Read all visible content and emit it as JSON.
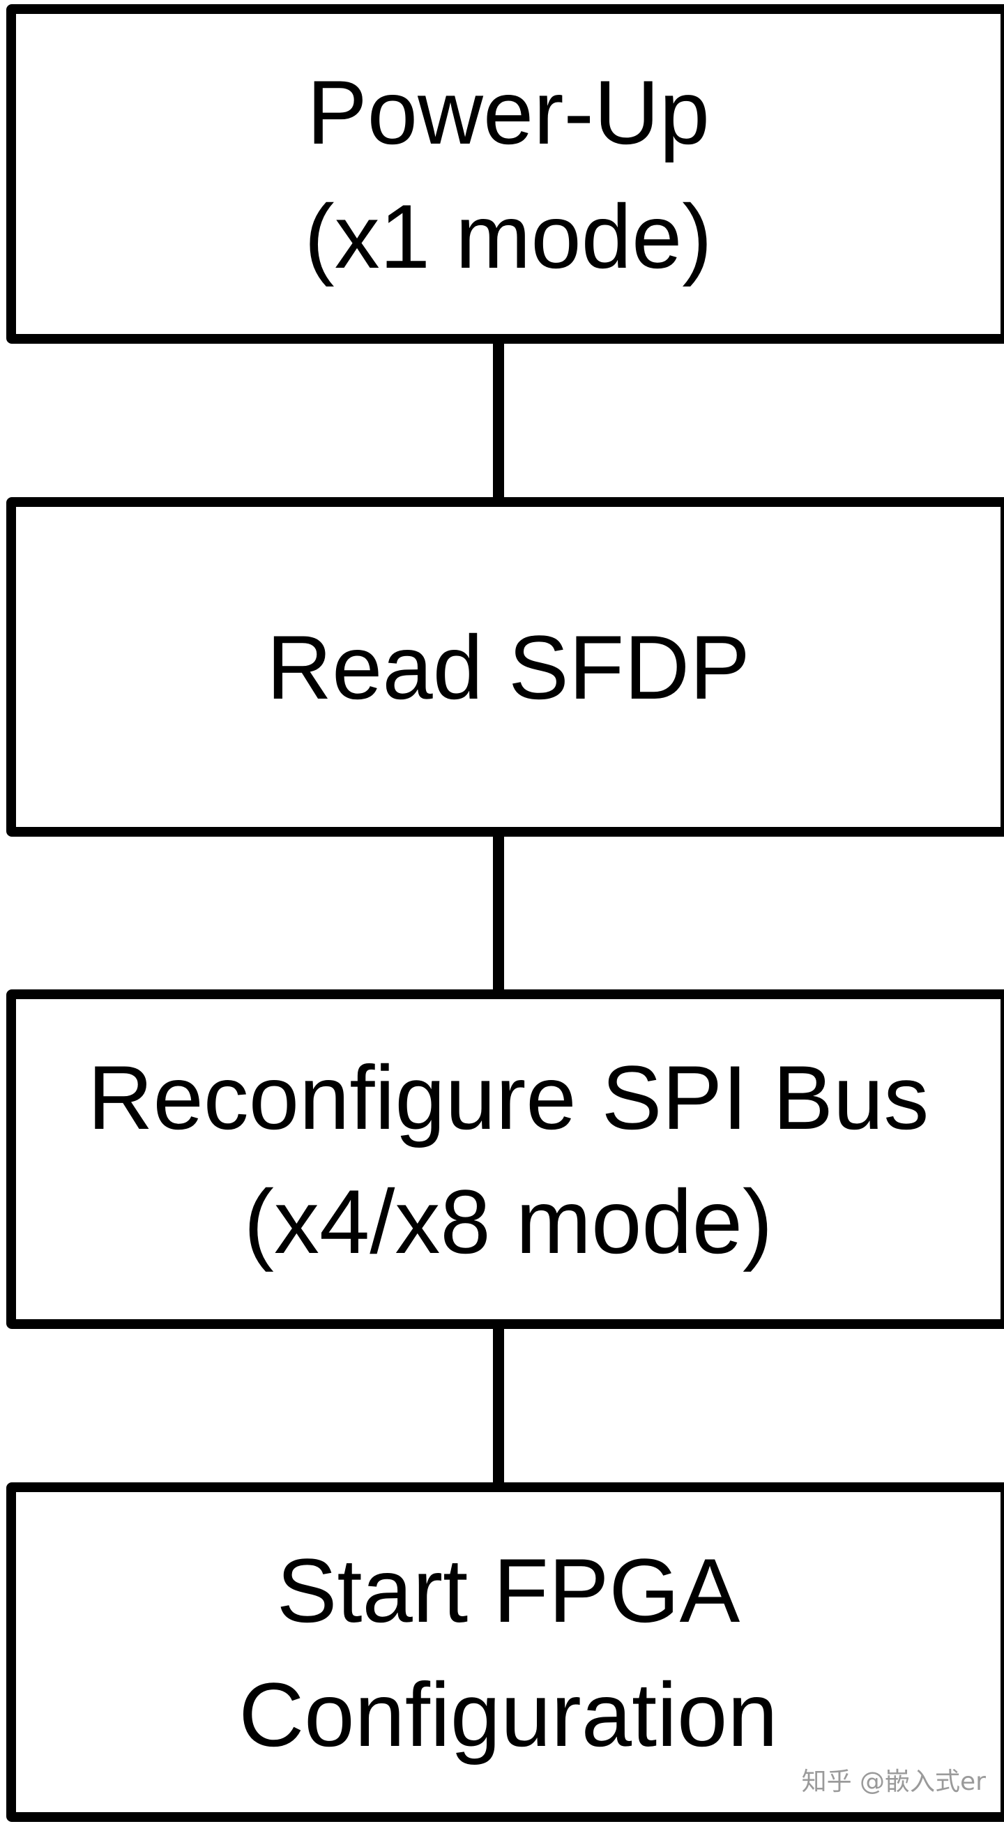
{
  "diagram": {
    "steps": [
      {
        "lines": [
          "Power-Up",
          "(x1 mode)"
        ]
      },
      {
        "lines": [
          "Read SFDP"
        ]
      },
      {
        "lines": [
          "Reconfigure SPI Bus",
          "(x4/x8 mode)"
        ]
      },
      {
        "lines": [
          "Start FPGA",
          "Configuration"
        ]
      }
    ],
    "colors": {
      "stroke": "#000000",
      "fill": "#ffffff",
      "watermark": "#9a9a9a"
    }
  },
  "watermark": {
    "text": "知乎 @嵌入式er"
  }
}
